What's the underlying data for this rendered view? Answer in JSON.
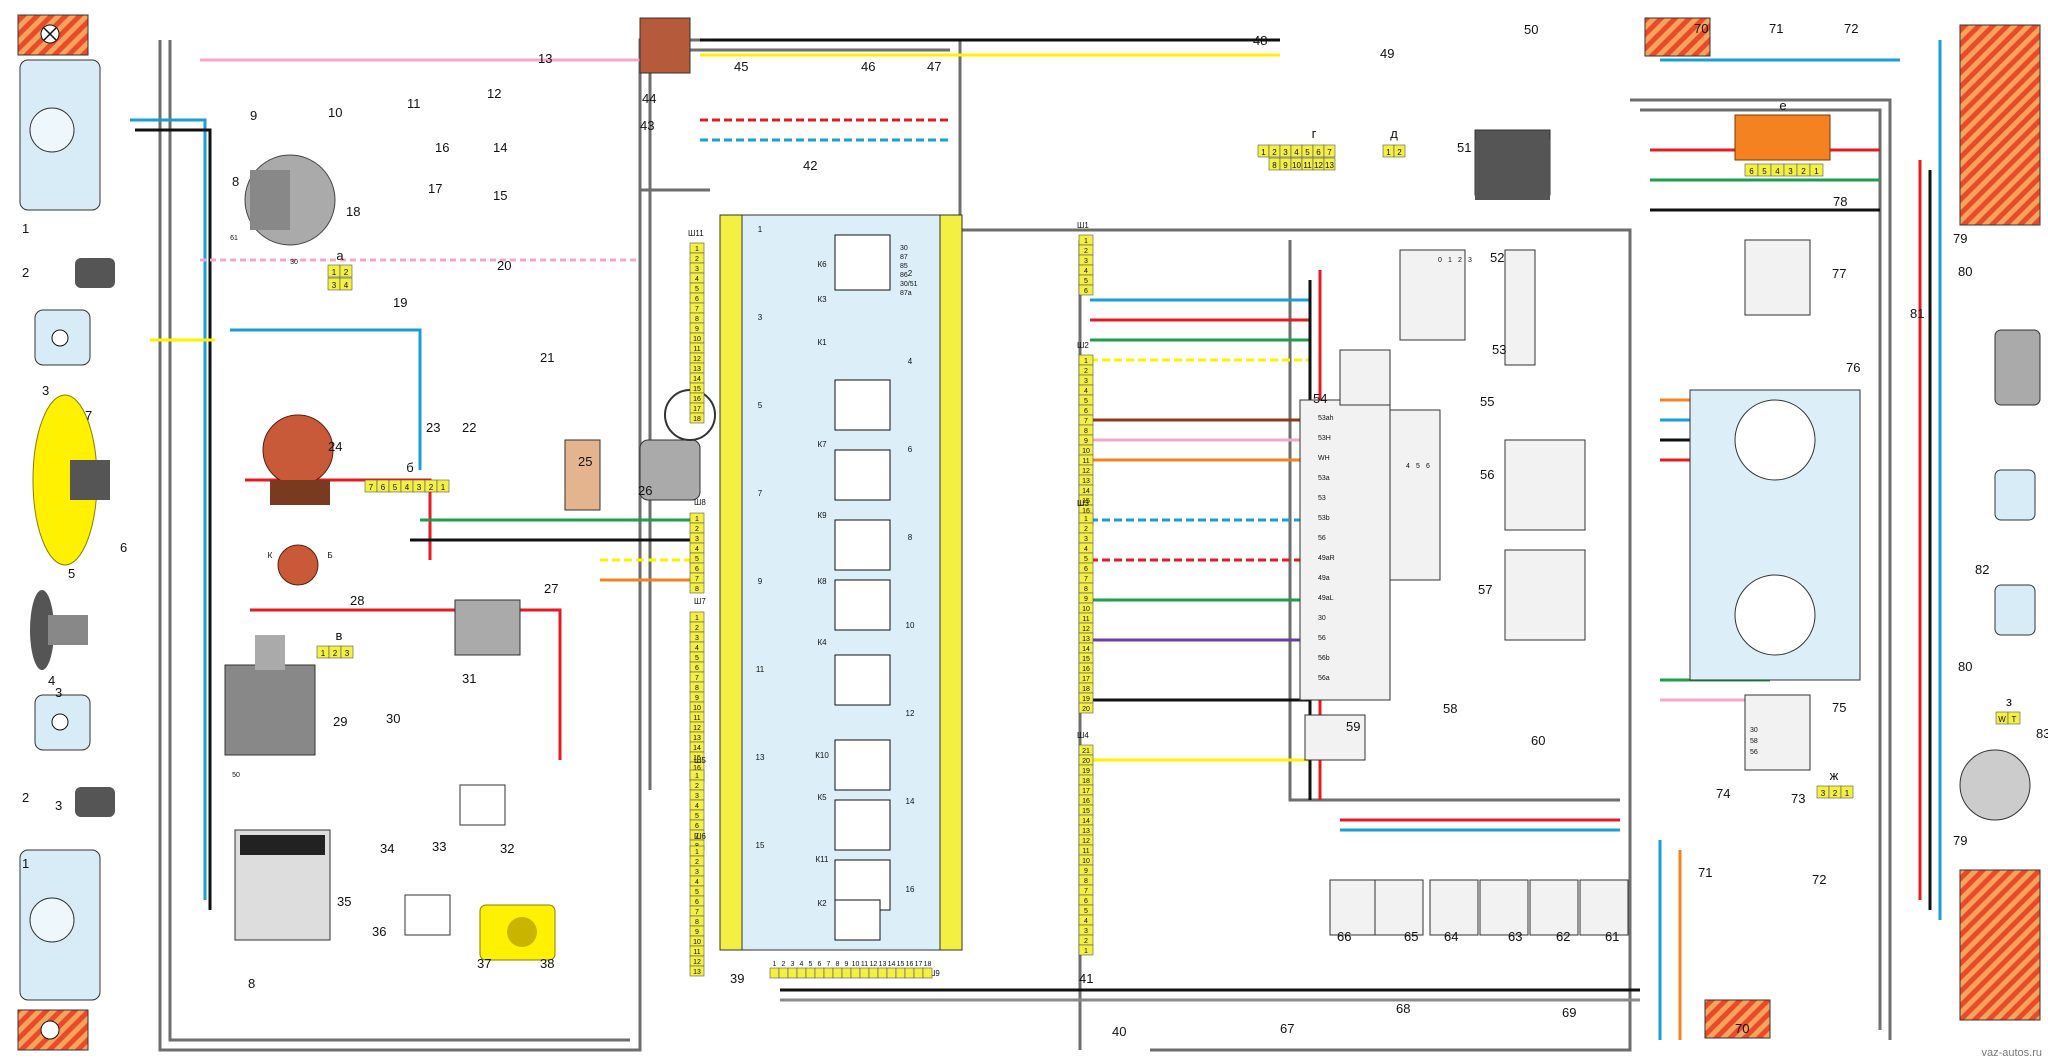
{
  "callouts": {
    "c1a": "1",
    "c1b": "1",
    "c2a": "2",
    "c2b": "2",
    "c3a": "3",
    "c3b": "3",
    "c3c": "3",
    "c4": "4",
    "c5": "5",
    "c6": "6",
    "c7": "7",
    "c8a": "8",
    "c8b": "8",
    "c9": "9",
    "c10": "10",
    "c11": "11",
    "c12": "12",
    "c13": "13",
    "c14": "14",
    "c15": "15",
    "c16": "16",
    "c17": "17",
    "c18": "18",
    "c19": "19",
    "c20": "20",
    "c21": "21",
    "c22": "22",
    "c23": "23",
    "c24": "24",
    "c25": "25",
    "c26": "26",
    "c27": "27",
    "c28": "28",
    "c29": "29",
    "c30": "30",
    "c31": "31",
    "c32": "32",
    "c33": "33",
    "c34": "34",
    "c35": "35",
    "c36": "36",
    "c37": "37",
    "c38": "38",
    "c39": "39",
    "c40": "40",
    "c41": "41",
    "c42": "42",
    "c43": "43",
    "c44": "44",
    "c45": "45",
    "c46": "46",
    "c47": "47",
    "c48": "48",
    "c49": "49",
    "c50": "50",
    "c51": "51",
    "c52": "52",
    "c53": "53",
    "c54": "54",
    "c55": "55",
    "c56": "56",
    "c57": "57",
    "c58": "58",
    "c59": "59",
    "c60": "60",
    "c61": "61",
    "c62": "62",
    "c63": "63",
    "c64": "64",
    "c65": "65",
    "c66": "66",
    "c67": "67",
    "c68": "68",
    "c69": "69",
    "c70a": "70",
    "c70b": "70",
    "c71a": "71",
    "c71b": "71",
    "c72a": "72",
    "c72b": "72",
    "c73": "73",
    "c74": "74",
    "c75": "75",
    "c76": "76",
    "c77": "77",
    "c78": "78",
    "c79a": "79",
    "c79b": "79",
    "c80a": "80",
    "c80b": "80",
    "c81": "81",
    "c82": "82",
    "c83": "83"
  },
  "blocks": {
    "a": {
      "label": "а",
      "pins_top": [
        "1",
        "2"
      ],
      "pins_bottom": [
        "3",
        "4"
      ]
    },
    "b": {
      "label": "б",
      "pins": [
        "7",
        "6",
        "5",
        "4",
        "3",
        "2",
        "1"
      ]
    },
    "v": {
      "label": "в",
      "pins": [
        "1",
        "2",
        "3"
      ]
    },
    "g": {
      "label": "г",
      "pins_top": [
        "1",
        "2",
        "3",
        "4",
        "5",
        "6",
        "7"
      ],
      "pins_bottom": [
        "8",
        "9",
        "10",
        "11",
        "12",
        "13"
      ]
    },
    "d": {
      "label": "д",
      "pins": [
        "1",
        "2"
      ]
    },
    "e": {
      "label": "е",
      "pins": [
        "6",
        "5",
        "4",
        "3",
        "2",
        "1"
      ]
    },
    "zh": {
      "label": "ж",
      "pins": [
        "3",
        "2",
        "1"
      ]
    },
    "z": {
      "label": "з",
      "pins": [
        "W",
        "T"
      ]
    }
  },
  "connectors": {
    "sh11": {
      "label": "Ш11",
      "pins": [
        "1",
        "2",
        "3",
        "4",
        "5",
        "6",
        "7",
        "8",
        "9",
        "10",
        "11",
        "12",
        "13",
        "14",
        "15",
        "16",
        "17",
        "18"
      ]
    },
    "sh8": {
      "label": "Ш8",
      "pins": [
        "1",
        "2",
        "3",
        "4",
        "5",
        "6",
        "7",
        "8"
      ]
    },
    "sh7": {
      "label": "Ш7",
      "pins": [
        "1",
        "2",
        "3",
        "4",
        "5",
        "6",
        "7",
        "8",
        "9",
        "10",
        "11",
        "12",
        "13",
        "14",
        "15",
        "16",
        "17"
      ]
    },
    "sh5": {
      "label": "Ш5",
      "pins": [
        "1",
        "2",
        "3",
        "4",
        "5",
        "6",
        "7",
        "8"
      ]
    },
    "sh6": {
      "label": "Ш6",
      "pins": [
        "1",
        "2",
        "3",
        "4",
        "5",
        "6",
        "7",
        "8",
        "9",
        "10",
        "11",
        "12",
        "13"
      ]
    },
    "sh1": {
      "label": "Ш1",
      "pins": [
        "1",
        "2",
        "3",
        "4",
        "5",
        "6"
      ]
    },
    "sh2": {
      "label": "Ш2",
      "pins": [
        "1",
        "2",
        "3",
        "4",
        "5",
        "6",
        "7",
        "8",
        "9",
        "10",
        "11",
        "12",
        "13",
        "14",
        "15",
        "16",
        "17"
      ]
    },
    "sh3": {
      "label": "Ш3",
      "pins": [
        "1",
        "2",
        "3",
        "4",
        "5",
        "6",
        "7",
        "8",
        "9",
        "10",
        "11",
        "12",
        "13",
        "14",
        "15",
        "16",
        "17",
        "18",
        "19",
        "20"
      ]
    },
    "sh4": {
      "label": "Ш4",
      "pins": [
        "21",
        "20",
        "19",
        "18",
        "17",
        "16",
        "15",
        "14",
        "13",
        "12",
        "11",
        "10",
        "9",
        "8",
        "7",
        "6",
        "5",
        "4",
        "3",
        "2",
        "1"
      ]
    },
    "sh9": {
      "label": "Ш9",
      "pins": [
        "1",
        "2",
        "3",
        "4",
        "5",
        "6",
        "7",
        "8",
        "9",
        "10",
        "11",
        "12",
        "13",
        "14",
        "15",
        "16",
        "17",
        "18"
      ]
    }
  },
  "fuse_block": {
    "relays": [
      "К6",
      "К3",
      "К1",
      "К7",
      "К9",
      "К8",
      "К4",
      "К10",
      "К5",
      "К11",
      "К2"
    ],
    "fuse_numbers": [
      "1",
      "2",
      "3",
      "4",
      "5",
      "6",
      "7",
      "8",
      "9",
      "10",
      "11",
      "12",
      "13",
      "14",
      "15",
      "16"
    ],
    "terminal_labels": [
      "30",
      "87",
      "85",
      "86",
      "30/51",
      "87a"
    ]
  },
  "switch_terminals": {
    "s58_left": [
      "53ah",
      "53H",
      "WH",
      "53a",
      "53",
      "53b",
      "56",
      "49aR",
      "49a",
      "49aL",
      "30",
      "56",
      "56b",
      "56a"
    ],
    "s52_top": [
      "0",
      "1",
      "2",
      "3"
    ],
    "s56_bottom": [
      "4",
      "5",
      "6"
    ],
    "s75": [
      "30",
      "58",
      "56"
    ],
    "generator": [
      "61",
      "30"
    ],
    "ignition_coil": [
      "К",
      "Б"
    ],
    "battery_wire": [
      "50"
    ]
  },
  "colors": {
    "red": "#e31b23",
    "yellow": "#fff100",
    "blue": "#1a9fd5",
    "green": "#1c9e4a",
    "black": "#111111",
    "pink": "#f5a7c8",
    "brown": "#8b3a1c",
    "orange": "#f58220",
    "grey": "#8a8a8a",
    "violet": "#6a3fa0",
    "white_wire": "#ffffff",
    "fuse_panel": "#dceef8",
    "connector": "#f4ef43",
    "lamp_body": "#d8ecf8"
  },
  "watermark": "vaz-autos.ru"
}
